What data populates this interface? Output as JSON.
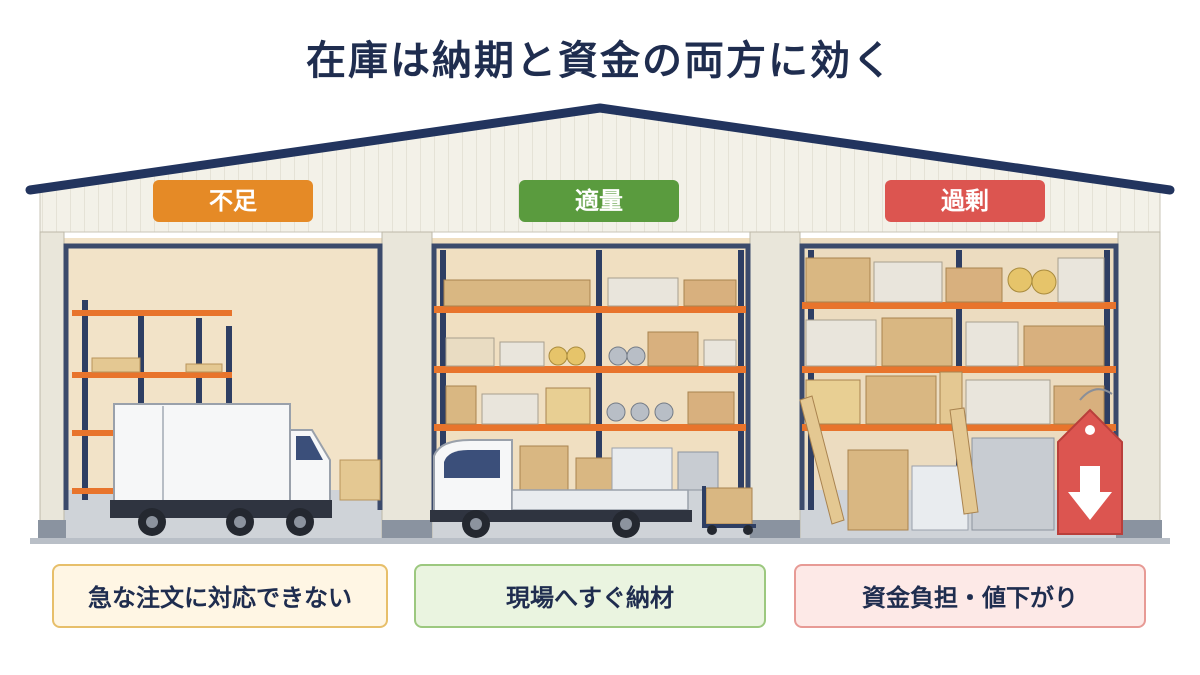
{
  "title": "在庫は納期と資金の両方に効く",
  "colors": {
    "shortage": "#e58a26",
    "optimal": "#5a9b3e",
    "excess": "#dc5550",
    "title": "#1f2d4f",
    "roof": "#22345e",
    "wall": "#f1efe6",
    "shelf": "#e8742c",
    "box": "#d9b782"
  },
  "bays": [
    {
      "id": "shortage",
      "label": "不足",
      "caption": "急な注文に対応できない",
      "label_color": "#e58a26",
      "caption_bg": "#fff6e4",
      "caption_border": "#e7bf6a"
    },
    {
      "id": "optimal",
      "label": "適量",
      "caption": "現場へすぐ納材",
      "label_color": "#5a9b3e",
      "caption_bg": "#eaf4e0",
      "caption_border": "#9cc87f"
    },
    {
      "id": "excess",
      "label": "過剰",
      "caption": "資金負担・値下がり",
      "label_color": "#dc5550",
      "caption_bg": "#fde9e7",
      "caption_border": "#e79a95",
      "tag_icon": "down-arrow-icon"
    }
  ]
}
